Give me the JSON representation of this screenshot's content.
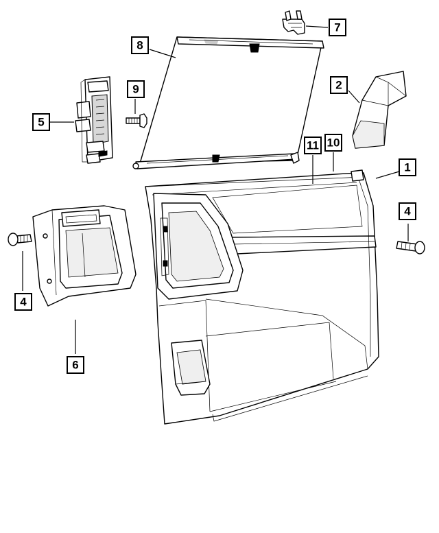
{
  "callouts": {
    "c1": "1",
    "c2": "2",
    "c4a": "4",
    "c4b": "4",
    "c5": "5",
    "c6": "6",
    "c7": "7",
    "c8": "8",
    "c9": "9",
    "c10": "10",
    "c11": "11"
  }
}
